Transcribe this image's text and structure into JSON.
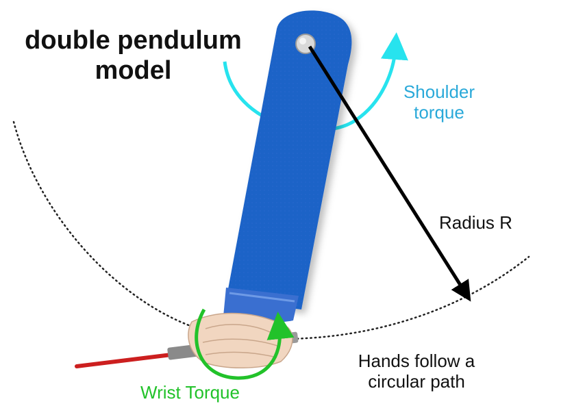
{
  "title": {
    "line1": "double pendulum",
    "line2": "model"
  },
  "labels": {
    "shoulder_torque": {
      "line1": "Shoulder",
      "line2": "torque"
    },
    "radius": "Radius R",
    "hands_path": {
      "line1": "Hands follow a",
      "line2": "circular path"
    },
    "wrist_torque": "Wrist Torque"
  },
  "colors": {
    "arm": "#1f63c7",
    "shoulder_arrow": "#27e3ee",
    "shoulder_text": "#2aa9d9",
    "wrist_arrow": "#22c22a",
    "club_shaft": "#cc1f1f",
    "radius_arrow": "#000000"
  },
  "icons": [
    "shoulder-pivot-icon",
    "shoulder-torque-arrow-icon",
    "wrist-torque-arrow-icon",
    "radius-arrow-icon",
    "golf-club-icon",
    "hands-icon"
  ]
}
